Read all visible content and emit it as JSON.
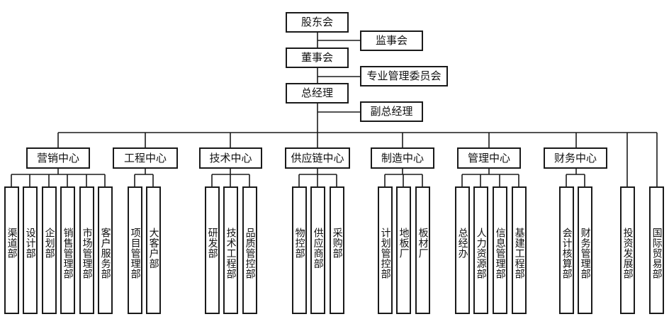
{
  "top": {
    "shareholders": "股东会",
    "supervisors": "监事会",
    "board": "董事会",
    "committee": "专业管理委员会",
    "gm": "总经理",
    "deputy_gm": "副总经理"
  },
  "centers": [
    {
      "name": "营销中心",
      "departments": [
        [
          "渠道部"
        ],
        [
          "设计部"
        ],
        [
          "企划部"
        ],
        [
          "销售管理部"
        ],
        [
          "市场管理部"
        ],
        [
          "客户服务部"
        ]
      ]
    },
    {
      "name": "工程中心",
      "departments": [
        [
          "项目管理部"
        ],
        [
          "大客户部"
        ]
      ]
    },
    {
      "name": "技术中心",
      "departments": [
        [
          "研发部"
        ],
        [
          "技术工程部"
        ],
        [
          "品质管控部"
        ]
      ]
    },
    {
      "name": "供应链中心",
      "departments": [
        [
          "物控部"
        ],
        [
          "供应商部"
        ],
        [
          "采购部"
        ]
      ]
    },
    {
      "name": "制造中心",
      "departments": [
        [
          "计划管控部"
        ],
        [
          "地板厂"
        ],
        [
          "板材厂"
        ]
      ]
    },
    {
      "name": "管理中心",
      "departments": [
        [
          "总经办"
        ],
        [
          "人力资源部"
        ],
        [
          "信息管理部"
        ],
        [
          "基建工程部"
        ]
      ]
    },
    {
      "name": "财务中心",
      "departments": [
        [
          "会计核算部"
        ],
        [
          "财务管理部"
        ]
      ]
    }
  ],
  "direct_departments": [
    {
      "name": "投资发展部"
    },
    {
      "name": "国际贸易部"
    }
  ]
}
